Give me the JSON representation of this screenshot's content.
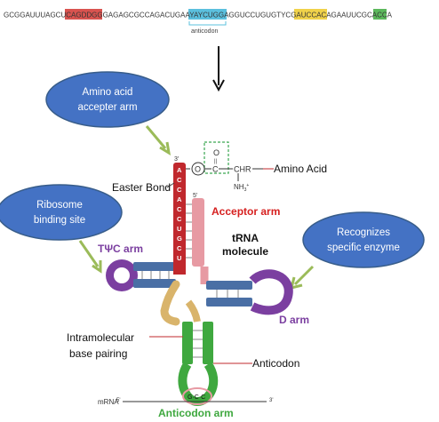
{
  "sequence": {
    "pre": "GCGGAUUUAGCUC",
    "red": "AGDDGGGA",
    "mid1": "GAGCGCCAGA",
    "blue": "CUGAAYAY",
    "mid2": "CUGGAGGUCCUGUG",
    "yellow": "TYCGAUC",
    "mid3": "CACAGAAUUCGCA",
    "green": "CCA",
    "anticodon_label": "anticodon"
  },
  "callouts": {
    "amino_acid_arm": [
      "Amino acid",
      "accepter arm"
    ],
    "ribosome_site": [
      "Ribosome",
      "binding site"
    ],
    "enzyme": [
      "Recognizes",
      "specific enzyme"
    ]
  },
  "labels": {
    "amino_acid": "Amino Acid",
    "easter_bond": "Easter Bond",
    "acceptor_arm": "Acceptor arm",
    "trna_molecule": [
      "tRNA",
      "molecule"
    ],
    "tpsic_arm": "TΨC arm",
    "d_arm": "D arm",
    "intramolecular": [
      "Intramolecular",
      "base pairing"
    ],
    "anticodon": "Anticodon",
    "anticodon_arm": "Anticodon arm",
    "mrna": "mRNA",
    "mrna_5": "5'",
    "mrna_3": "3'",
    "prime_3": "3'",
    "prime_5": "5'",
    "codon": "G·C·C"
  },
  "chemistry": {
    "o_top": "O",
    "equals": "||",
    "o_mid": "O",
    "c1": "C",
    "chr": "CHR",
    "nh3": "NH",
    "nh3_sub": "3",
    "nh3_sup": "+"
  },
  "acceptor_letters": [
    "A",
    "C",
    "C",
    "A",
    "C",
    "C",
    "U",
    "G",
    "C",
    "U"
  ],
  "colors": {
    "callout_fill": "#4472c4",
    "callout_stroke": "#385d8a",
    "arrow_green": "#9bbb59",
    "acceptor_red": "#c0282d",
    "acceptor_label": "#d6201f",
    "tpsic_purple": "#7b3fa0",
    "d_arm_purple": "#7b3fa0",
    "stem_blue": "#4a6fa5",
    "anticodon_green": "#3fa83f",
    "pink": "#e79aa3",
    "tan": "#d9b46b",
    "seq_red": "#d9534f",
    "seq_blue": "#5bc0de",
    "seq_yellow": "#f0d24a",
    "seq_green": "#5cb85c",
    "dashed_box": "#3aa650"
  }
}
